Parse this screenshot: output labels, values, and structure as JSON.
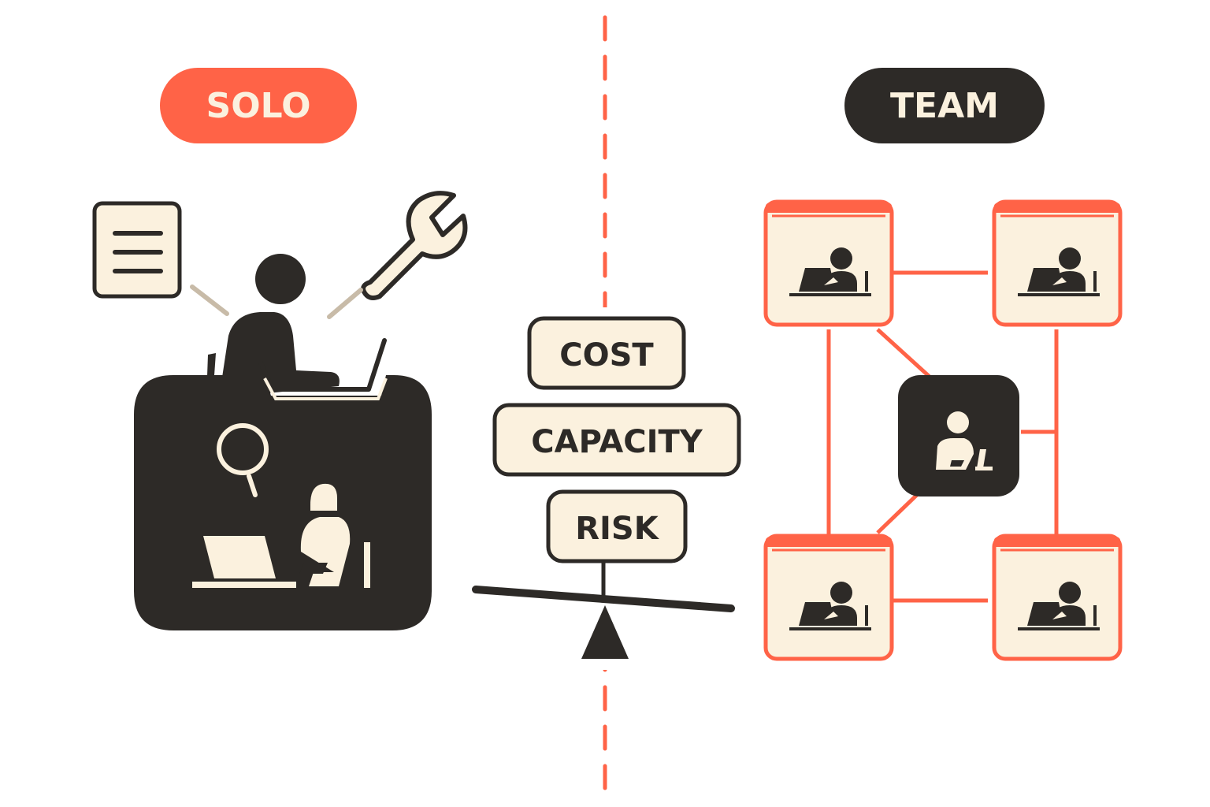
{
  "labels": {
    "solo": "SOLO",
    "team": "TEAM"
  },
  "factors": [
    "COST",
    "CAPACITY",
    "RISK"
  ],
  "colors": {
    "accent": "#ff6347",
    "dark": "#2d2a27",
    "cream": "#fbf1de",
    "connector": "#c8bba8"
  },
  "icons": {
    "solo": [
      "document-icon",
      "wrench-icon",
      "person-at-laptop-icon",
      "magnifier-icon",
      "workstation-icon"
    ],
    "balance": "seesaw-icon",
    "team": [
      "team-member-window-icon",
      "hub-person-icon"
    ]
  }
}
